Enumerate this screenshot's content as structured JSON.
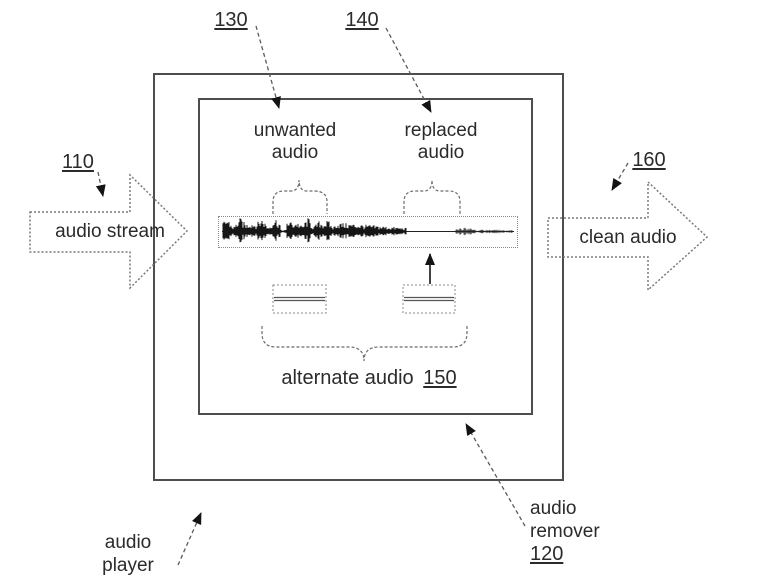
{
  "figure": {
    "input_arrow": {
      "ref": "110",
      "label": "audio stream"
    },
    "output_arrow": {
      "ref": "160",
      "label": "clean audio"
    },
    "unwanted": {
      "ref": "130",
      "line1": "unwanted",
      "line2": "audio"
    },
    "replaced": {
      "ref": "140",
      "line1": "replaced",
      "line2": "audio"
    },
    "alternate": {
      "ref": "150",
      "label": "alternate audio"
    },
    "remover": {
      "ref": "120",
      "line1": "audio",
      "line2": "remover"
    },
    "player": {
      "line1": "audio",
      "line2": "player"
    }
  },
  "colors": {
    "box_line": "#4d4d4d",
    "dotted_line": "#7a7a7a",
    "leader_line": "#5a5a5a",
    "text": "#2b2b2b",
    "waveform": "#161616"
  }
}
